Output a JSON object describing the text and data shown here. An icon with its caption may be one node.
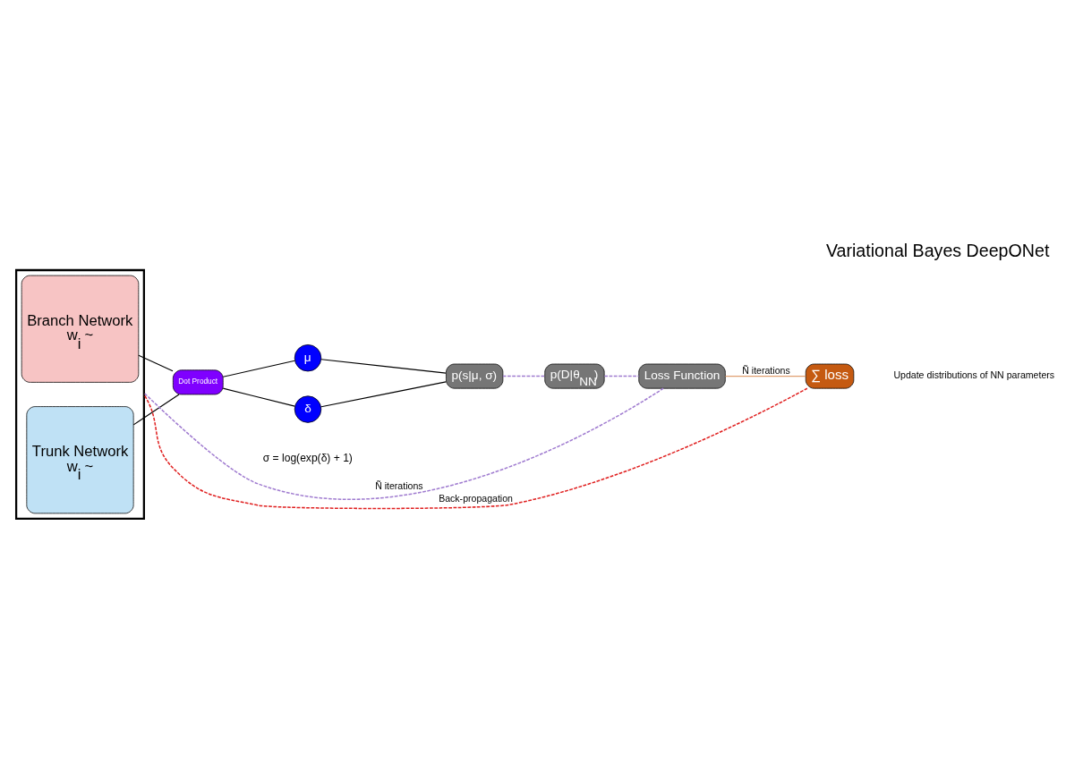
{
  "diagram": {
    "title": "Variational Bayes DeepONet",
    "nodes": [
      {
        "text": [],
        "shape": "bracket"
      },
      {
        "text": [
          "Branch Network",
          "w$_{i}$ ~"
        ],
        "in": 0
      },
      {
        "text": [
          "Trunk Network",
          "w$_{i}$ ~"
        ],
        "in": 0
      },
      {
        "text": [
          "Dot Product"
        ]
      },
      {
        "text": [
          "μ"
        ]
      },
      {
        "text": [
          "δ"
        ],
        "beside": [
          "σ = log(exp(δ) + 1)"
        ]
      },
      {
        "text": [
          "p(s|μ, σ)"
        ]
      },
      {
        "text": [
          "p(D|θ$_{NN}$)"
        ]
      },
      {
        "text": [
          "Loss Function"
        ]
      },
      {
        "text": [
          "∑ loss"
        ]
      }
    ],
    "edges": [
      {
        "from": 1,
        "to": 3,
        "arrow": "none"
      },
      {
        "from": 2,
        "to": 3,
        "arrow": "none"
      },
      {
        "from": 3,
        "to": 4,
        "arrow": "none"
      },
      {
        "from": 3,
        "to": 5,
        "arrow": "none"
      },
      {
        "from": 4,
        "to": 6,
        "arrow": "none"
      },
      {
        "from": 5,
        "to": 6,
        "arrow": "none"
      },
      {
        "from": 6,
        "to": 7,
        "arrow": "none",
        "style": "dashed",
        "color": "#a07cd0"
      },
      {
        "from": 7,
        "to": 8,
        "arrow": "none",
        "style": "dashed",
        "color": "#a07cd0"
      },
      {
        "from": 8,
        "to": 0,
        "arrow": "none",
        "label": "Ñ iterations",
        "style": "dashed",
        "color": "#a07cd0"
      },
      {
        "from": 8,
        "to": 9,
        "arrow": "none",
        "label": "Ñ iterations",
        "color": "#e0a070"
      },
      {
        "from": 9,
        "to": 0,
        "arrow": "none",
        "label": "Back-propagation",
        "style": "dashed",
        "color": "#e02020"
      }
    ],
    "labels": [
      "Update distributions of NN parameters"
    ]
  }
}
